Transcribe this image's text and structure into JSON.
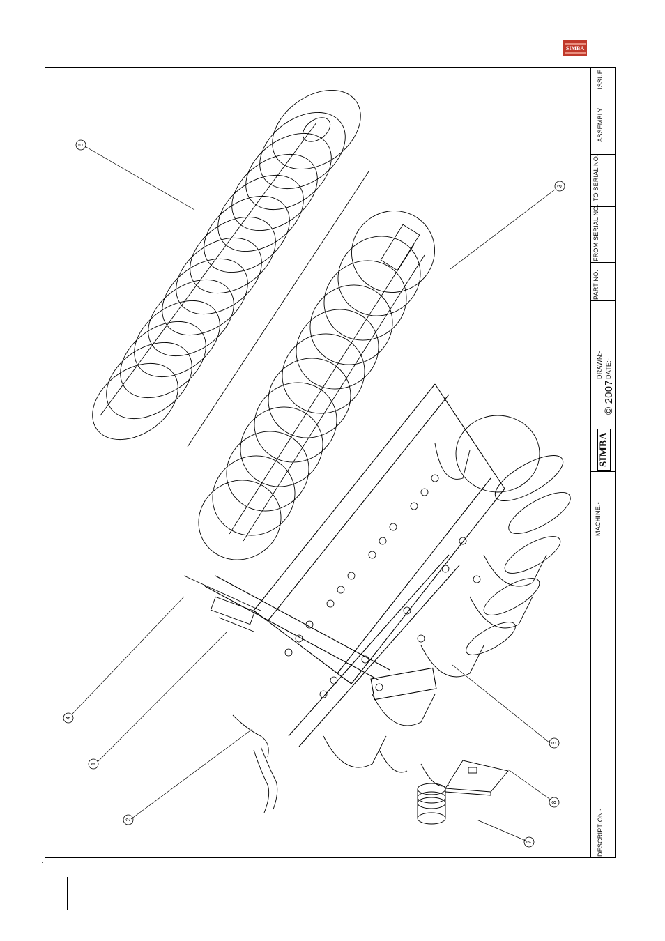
{
  "header": {
    "logo_text": "SIMBA"
  },
  "title_block": {
    "issue_label": "ISSUE",
    "assembly_label": "ASSEMBLY",
    "to_serial_label": "TO SERIAL NO.",
    "from_serial_label": "FROM SERIAL NO.",
    "part_no_label": "PART NO.",
    "drawn_label": "DRAWN:-",
    "date_label": "DATE:-",
    "copyright": "© 2007",
    "brand": "SIMBA",
    "machine_label": "MACHINE:-",
    "description_label": "DESCRIPTION:-"
  },
  "callouts": [
    "1",
    "2",
    "3",
    "4",
    "5",
    "6",
    "7",
    "8"
  ],
  "colors": {
    "ink": "#000000",
    "logo_red": "#c0392b"
  }
}
